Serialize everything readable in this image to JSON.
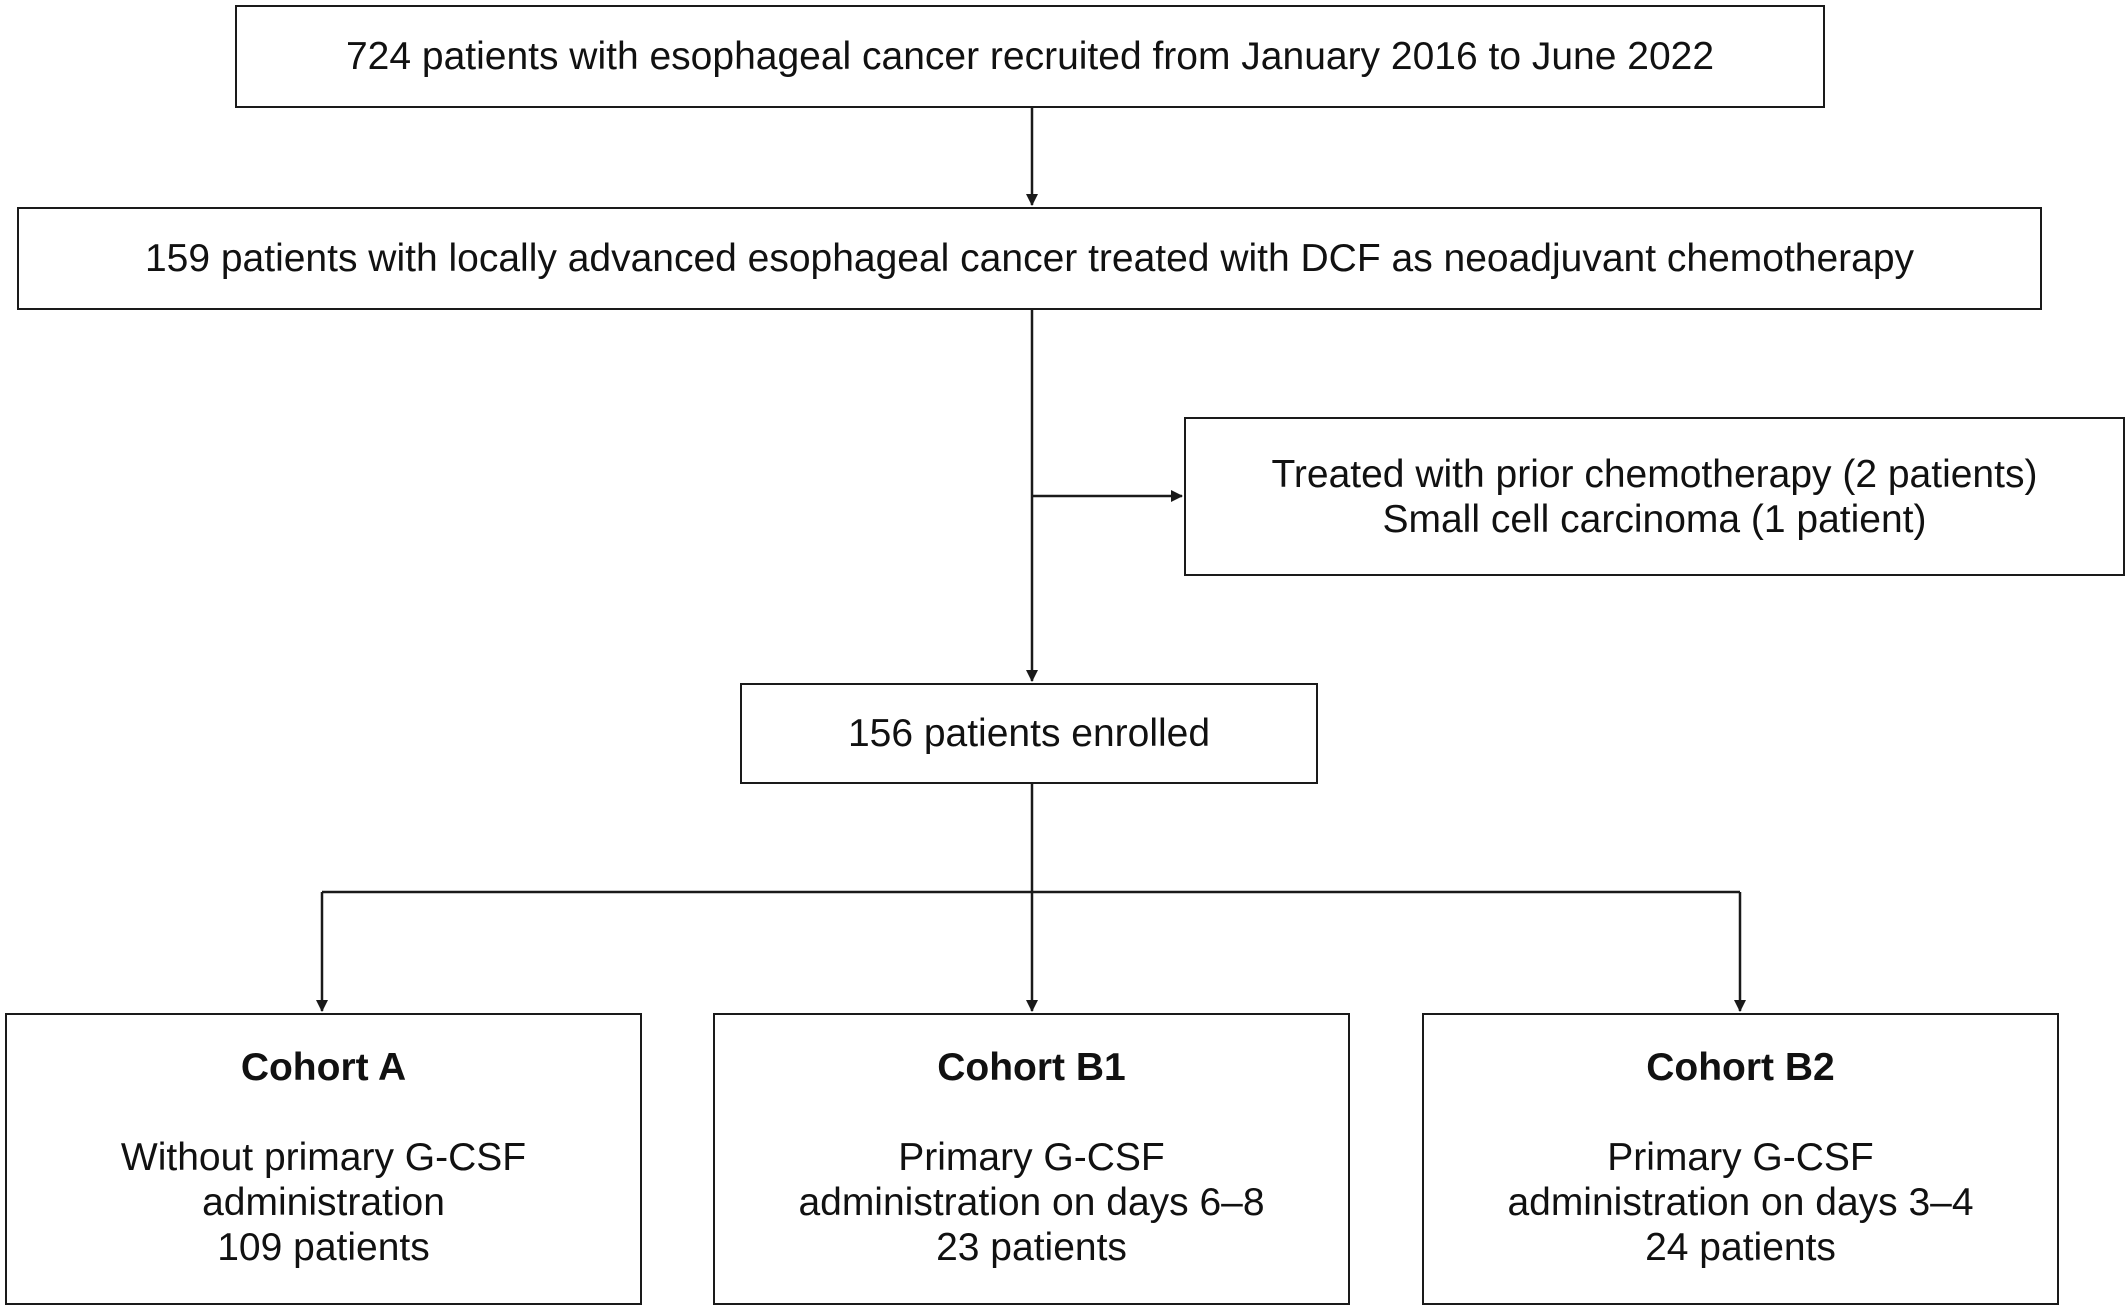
{
  "flowchart": {
    "recruited": "724 patients with esophageal cancer recruited from January 2016 to June 2022",
    "dcf": "159 patients with locally advanced esophageal cancer treated with DCF as neoadjuvant chemotherapy",
    "exclusions": [
      "Treated with prior chemotherapy (2 patients)",
      "Small cell carcinoma (1 patient)"
    ],
    "enrolled": "156 patients enrolled",
    "cohorts": [
      {
        "title": "Cohort A",
        "lines": [
          "Without primary G-CSF",
          "administration",
          "109 patients"
        ]
      },
      {
        "title": "Cohort B1",
        "lines": [
          "Primary G-CSF",
          "administration on days 6–8",
          "23 patients"
        ]
      },
      {
        "title": "Cohort B2",
        "lines": [
          "Primary G-CSF",
          "administration on days 3–4",
          "24 patients"
        ]
      }
    ]
  }
}
